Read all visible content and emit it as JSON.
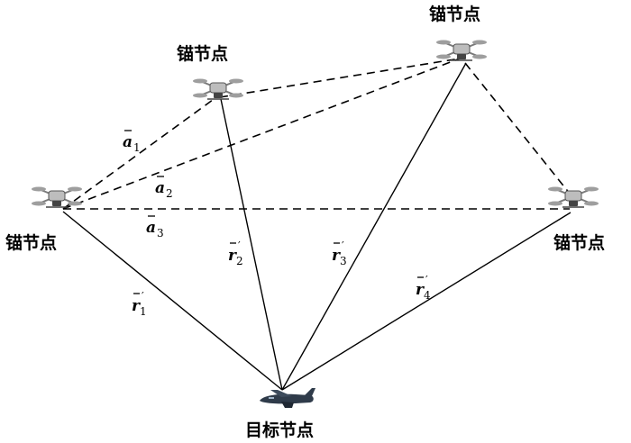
{
  "nodes": {
    "anchor_left": {
      "label": "锚节点"
    },
    "anchor_top_left": {
      "label": "锚节点"
    },
    "anchor_top_right": {
      "label": "锚节点"
    },
    "anchor_right": {
      "label": "锚节点"
    },
    "target": {
      "label": "目标节点"
    }
  },
  "vectors": {
    "a1": {
      "symbol": "a",
      "sub": "1"
    },
    "a2": {
      "symbol": "a",
      "sub": "2"
    },
    "a3": {
      "symbol": "a",
      "sub": "3"
    },
    "r1": {
      "symbol": "r",
      "sub": "1"
    },
    "r2": {
      "symbol": "r",
      "sub": "2"
    },
    "r3": {
      "symbol": "r",
      "sub": "3"
    },
    "r4": {
      "symbol": "r",
      "sub": "4"
    }
  },
  "colors": {
    "ink": "#000000",
    "drone_body": "#bdbdbd",
    "aircraft_body": "#2f3b4a"
  },
  "icons": {
    "anchor": "drone-icon",
    "target": "aircraft-icon"
  }
}
